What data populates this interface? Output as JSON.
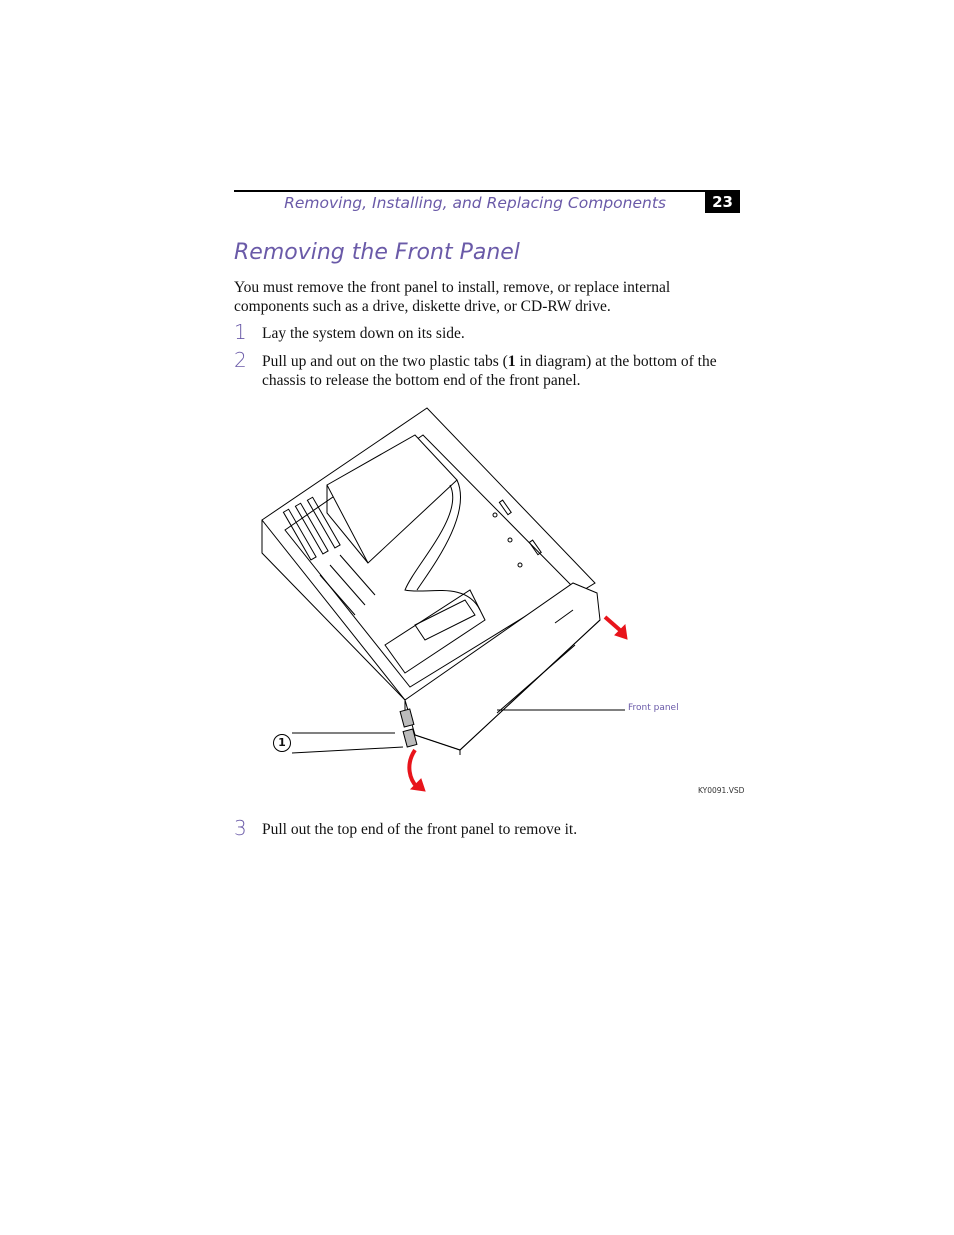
{
  "header": {
    "title": "Removing, Installing, and Replacing Components",
    "page_number": "23"
  },
  "section": {
    "title": "Removing the Front Panel",
    "intro": "You must remove the front panel to install, remove, or replace internal components such as a drive, diskette drive, or CD-RW drive."
  },
  "steps": [
    {
      "num": "1",
      "text": "Lay the system down on its side."
    },
    {
      "num": "2",
      "text_before": "Pull up and out on the two plastic tabs (",
      "bold": "1",
      "text_after": " in diagram) at the bottom of the chassis to release the bottom end of the front panel."
    },
    {
      "num": "3",
      "text": "Pull out the top end of the front panel to remove it."
    }
  ],
  "figure": {
    "callout_front_panel": "Front panel",
    "callout_tabs": "1",
    "file_id": "KY0091.VSD",
    "arrow_color": "#e8141b",
    "accent_color": "#6a5aa8"
  }
}
